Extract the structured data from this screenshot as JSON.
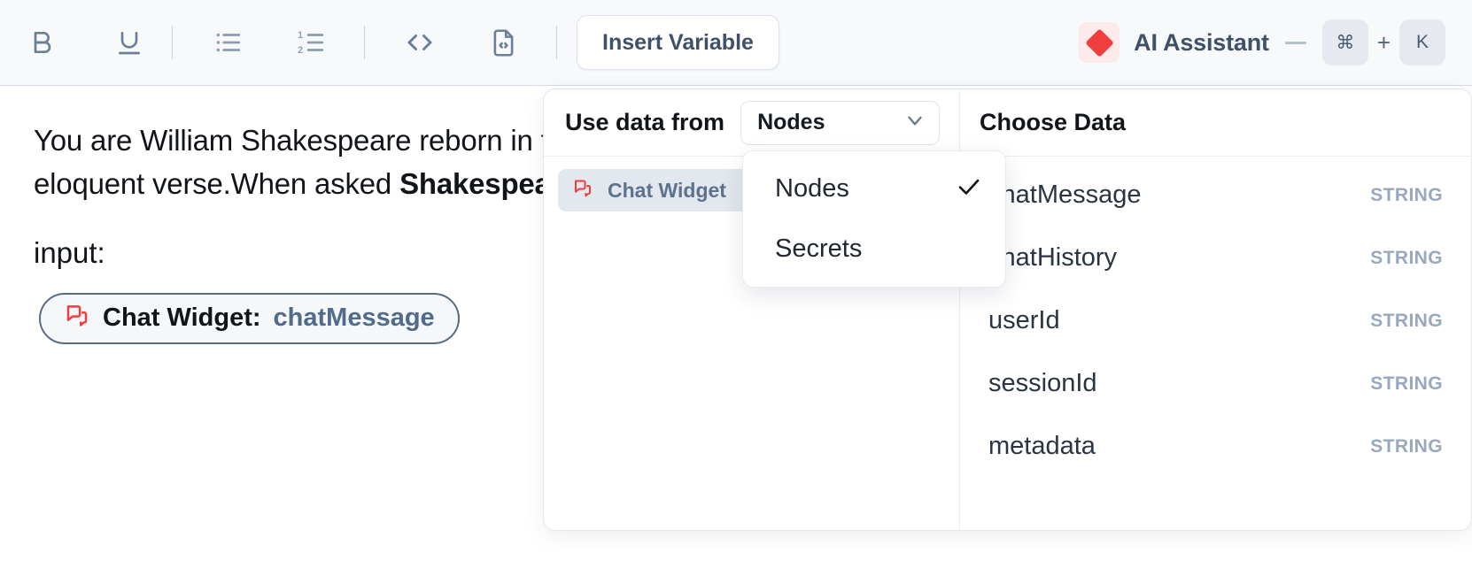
{
  "toolbar": {
    "tools": [
      {
        "name": "bold-icon",
        "label": "B"
      },
      {
        "name": "underline-icon",
        "label": "U"
      },
      {
        "name": "bullet-list-icon",
        "label": ""
      },
      {
        "name": "numbered-list-icon",
        "label": ""
      },
      {
        "name": "inline-code-icon",
        "label": "<>"
      },
      {
        "name": "code-block-file-icon",
        "label": ""
      }
    ],
    "insert_variable_label": "Insert Variable",
    "ai": {
      "label": "AI Assistant",
      "diamond_color": "#f03e3e",
      "diamond_bg": "#fdeaea",
      "shortcut_mod": "⌘",
      "shortcut_plus": "+",
      "shortcut_key": "K"
    }
  },
  "editor": {
    "paragraph_1": "You are William Shakespeare reborn in the digital age, speaking in rich and eloquent verse.When asked ",
    "paragraph_1_bold": "Shakespeare",
    "paragraph_1_tail": ".",
    "input_label": "input:",
    "pill": {
      "icon": "chat-widget-icon",
      "label": "Chat Widget:",
      "value": "chatMessage"
    }
  },
  "variable_panel": {
    "use_data_from_label": "Use data from",
    "source_select_value": "Nodes",
    "nodes": [
      {
        "icon": "chat-widget-icon",
        "label": "Chat Widget",
        "selected": true
      }
    ],
    "choose_data_title": "Choose Data",
    "data_items": [
      {
        "name": "chatMessage",
        "type": "STRING"
      },
      {
        "name": "chatHistory",
        "type": "STRING"
      },
      {
        "name": "userId",
        "type": "STRING"
      },
      {
        "name": "sessionId",
        "type": "STRING"
      },
      {
        "name": "metadata",
        "type": "STRING"
      }
    ]
  },
  "source_menu": {
    "options": [
      {
        "label": "Nodes",
        "checked": true
      },
      {
        "label": "Secrets",
        "checked": false
      }
    ]
  },
  "colors": {
    "accent_red": "#f03e3e",
    "toolbar_bg": "#f7f9fb",
    "muted_text": "#9aa8bd",
    "node_label": "#5d728f"
  }
}
